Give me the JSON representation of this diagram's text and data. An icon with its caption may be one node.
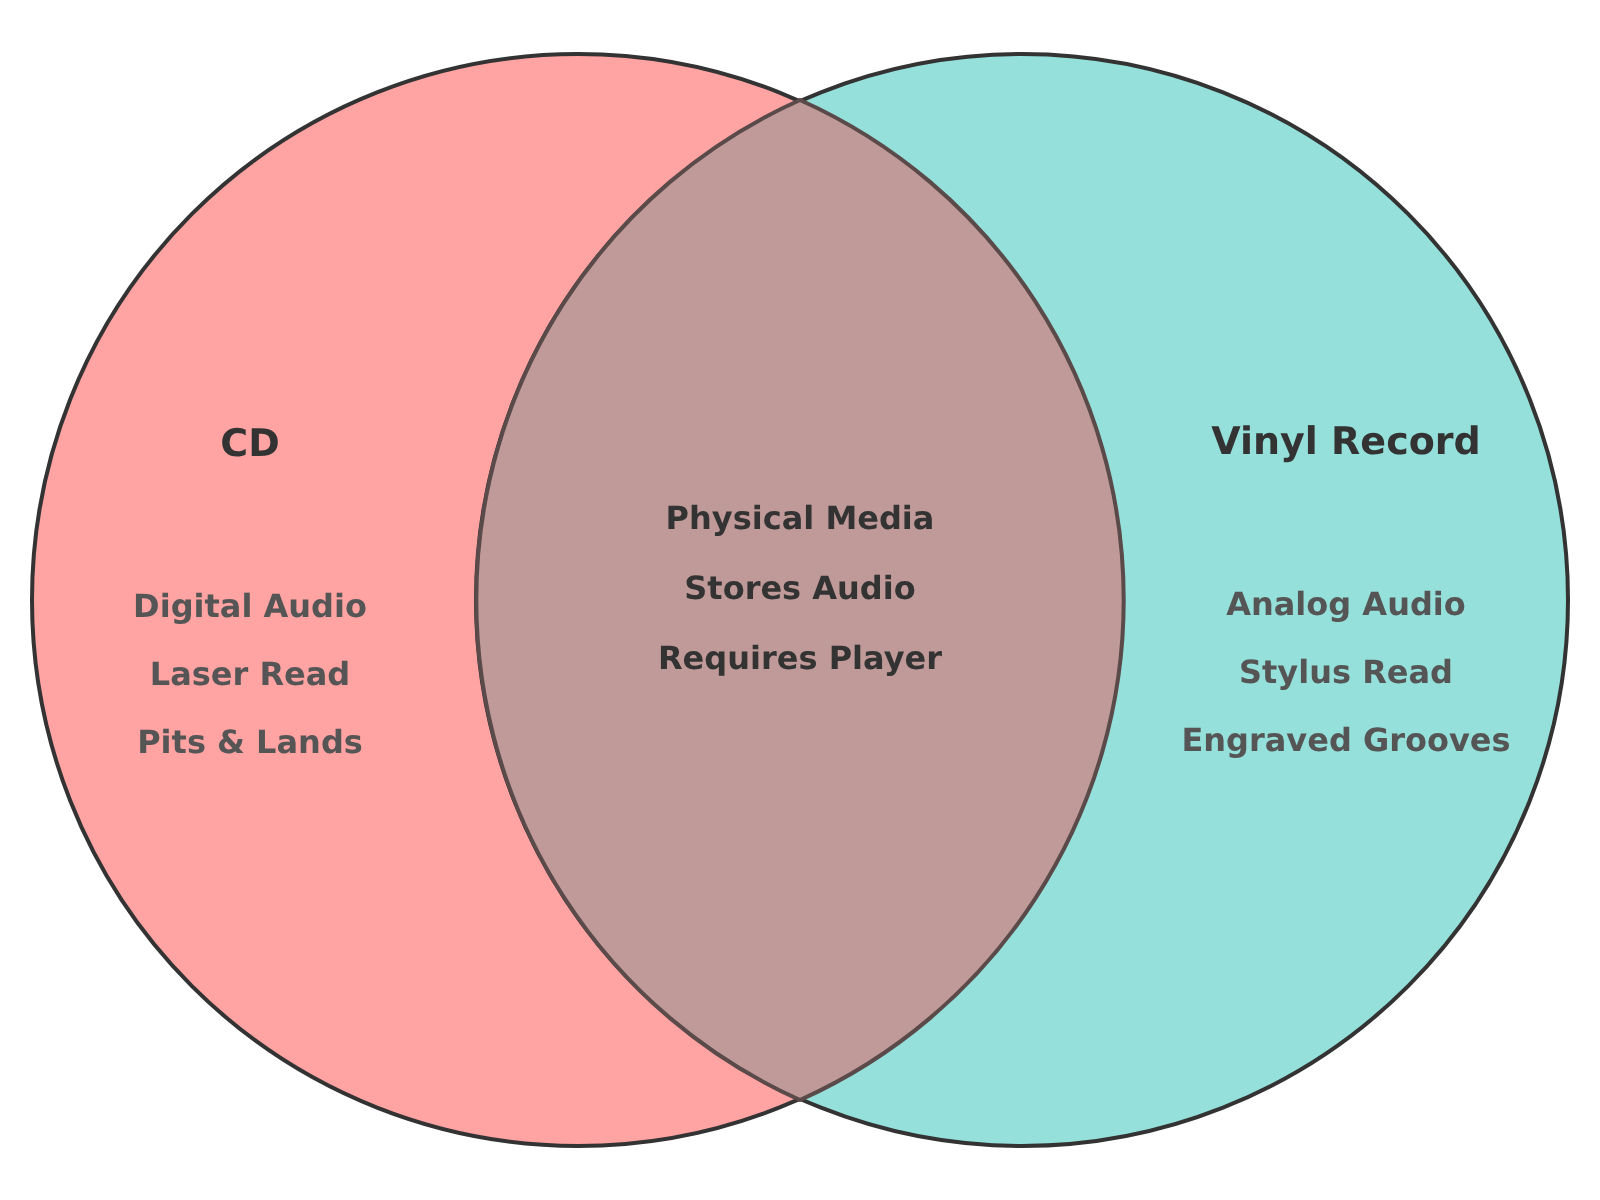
{
  "diagram": {
    "nodes": [
      {
        "text": [
          "CD",
          "Digital Audio",
          "Laser Read",
          "Pits & Lands"
        ]
      },
      {
        "text": [
          "Vinyl Record",
          "Analog Audio",
          "Stylus Read",
          "Engraved Grooves"
        ]
      },
      {
        "text": [
          "Physical Media",
          "Stores Audio",
          "Requires Player"
        ]
      }
    ]
  }
}
